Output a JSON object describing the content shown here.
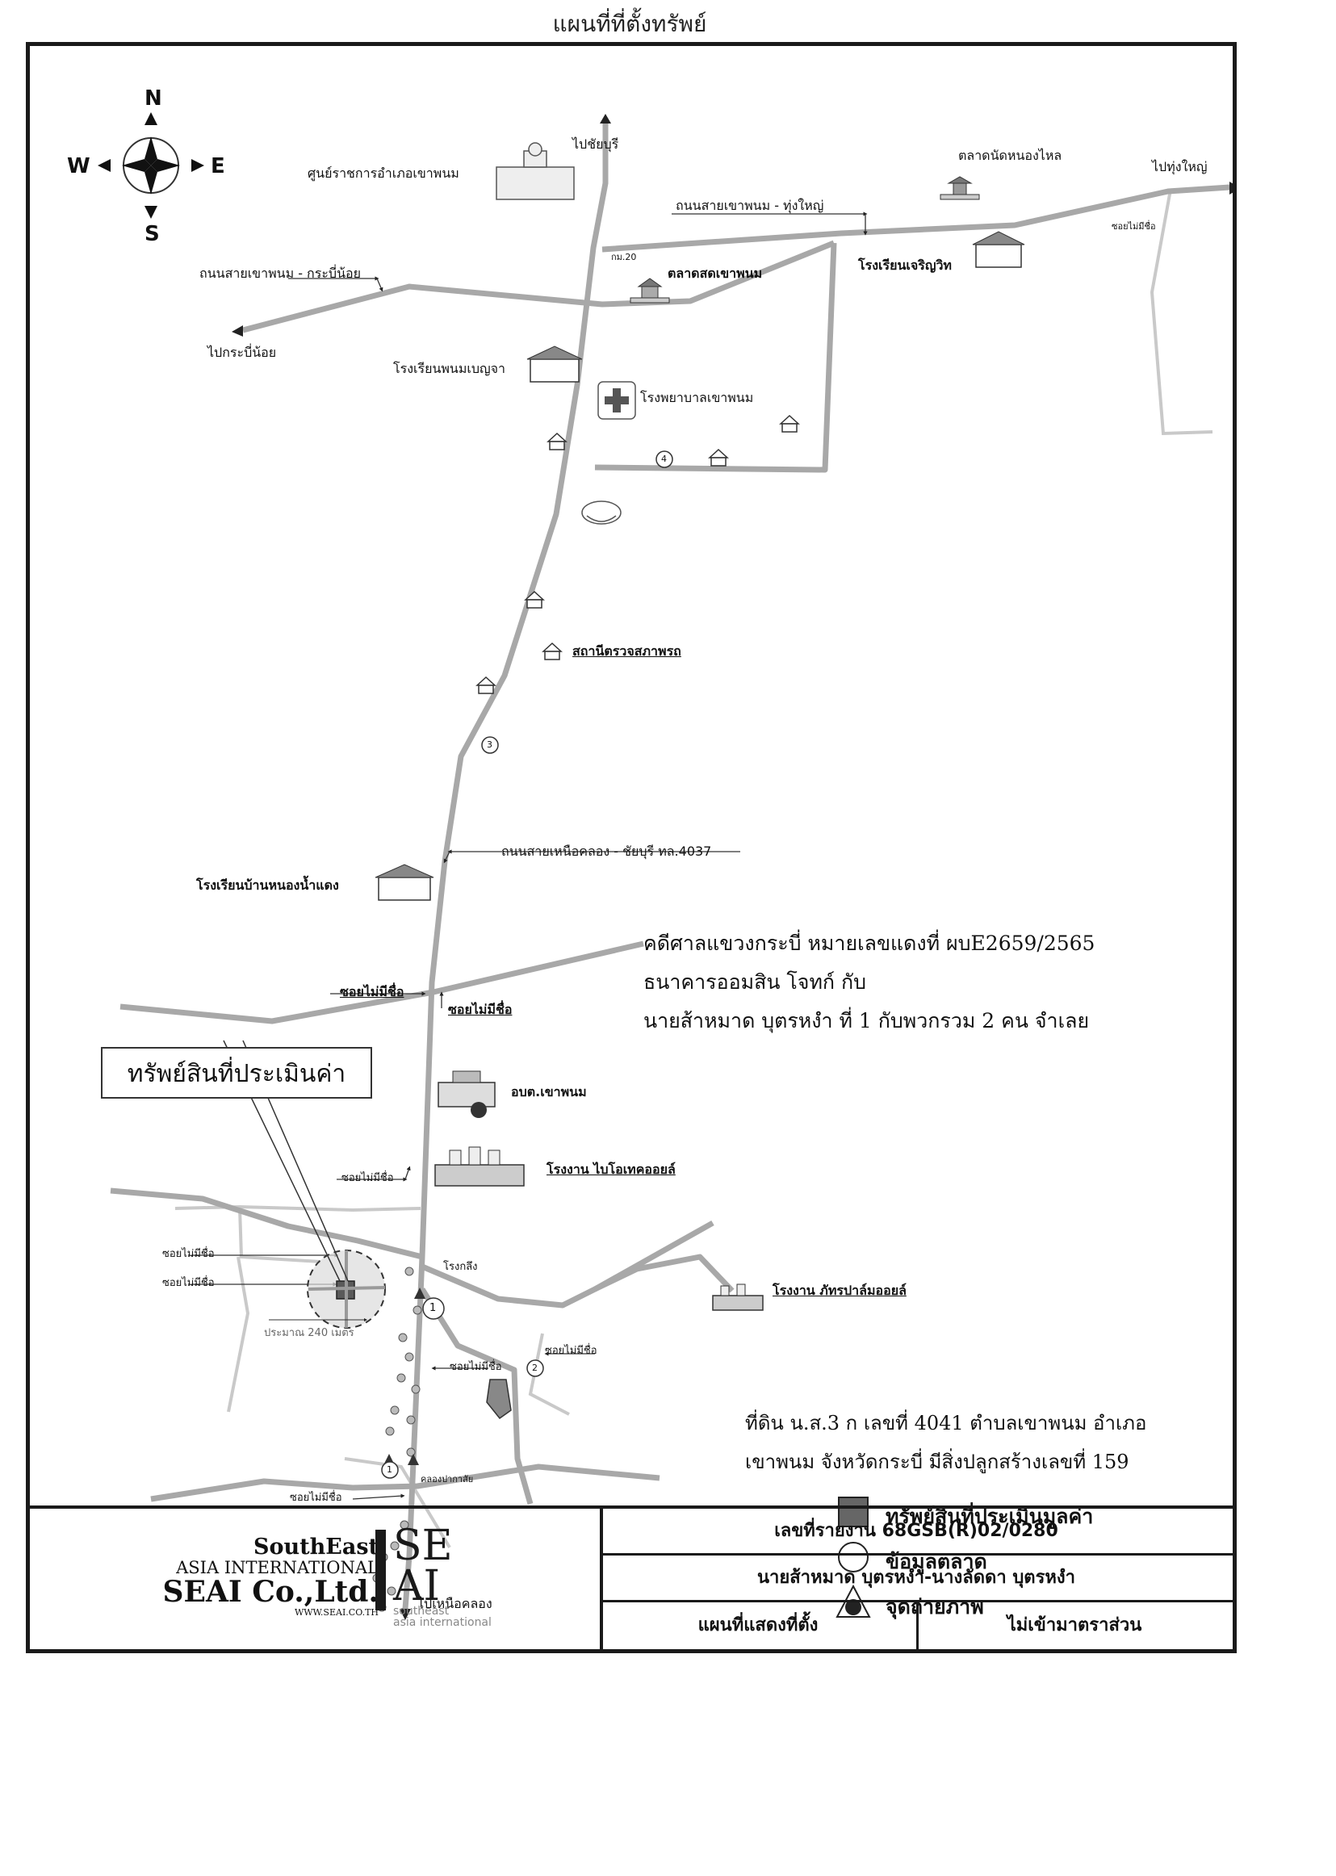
{
  "page_title": "แผนที่ที่ตั้งทรัพย์",
  "compass": {
    "north": "N",
    "south": "S",
    "east": "E",
    "west": "W"
  },
  "map_labels": {
    "to_chaiburi": "ไปชัยบุรี",
    "district_office": "ศูนย์ราชการอำเภอเขาพนม",
    "nonghai_market": "ตลาดนัดหนองไหล",
    "to_thungyai": "ไปทุ่งใหญ่",
    "road_khaophanom_thungyai": "ถนนสายเขาพนม - ทุ่งใหญ่",
    "soi_no_name_ne": "ซอยไม่มีชื่อ",
    "km20": "กม.20",
    "khaophanom_fresh_market": "ตลาดสดเขาพนม",
    "charoenwit_school": "โรงเรียนเจริญวิท",
    "road_khaophanom_krabinoi": "ถนนสายเขาพนม - กระบี่น้อย",
    "to_krabinoi": "ไปกระบี่น้อย",
    "phanombenja_school": "โรงเรียนพนมเบญจา",
    "khaophanom_hospital": "โรงพยาบาลเขาพนม",
    "vehicle_inspection": "สถานีตรวจสภาพรถ",
    "road_nueaklong_chaiburi": "ถนนสายเหนือคลอง - ชัยบุรี ทล.4037",
    "nongnamdaeng_school": "โรงเรียนบ้านหนองน้ำแดง",
    "soi_no_name_1": "ซอยไม่มีชื่อ",
    "soi_no_name_2": "ซอยไม่มีชื่อ",
    "obt_khaophanom": "อบต.เขาพนม",
    "biotech_oil_plant": "โรงงาน ไบโอเทคออยล์",
    "soi_no_name_3": "ซอยไม่มีชื่อ",
    "soi_no_name_4": "ซอยไม่มีชื่อ",
    "soi_no_name_5": "ซอยไม่มีชื่อ",
    "rongking": "โรงกลึง",
    "approx_distance": "ประมาณ 240 เมตร",
    "pattra_palm_oil_plant": "โรงงาน ภัทรปาล์มออยล์",
    "soi_no_name_6": "ซอยไม่มีชื่อ",
    "soi_no_name_7": "ซอยไม่มีชื่อ",
    "klong_pakasai": "คลองปากาสัย",
    "soi_no_name_8": "ซอยไม่มีชื่อ",
    "to_nueaklong": "ไปเหนือคลอง",
    "marker_1": "1",
    "marker_1b": "1",
    "marker_2": "2",
    "marker_3": "3",
    "marker_4": "4"
  },
  "callout": "ทรัพย์สินที่ประเมินค่า",
  "case_text": [
    "คดีศาลแขวงกระบี่ หมายเลขแดงที่ ผบE2659/2565",
    "ธนาคารออมสิน โจทก์  กับ",
    "นายส้าหมาด  บุตรหงำ  ที่ 1 กับพวกรวม 2 คน  จำเลย"
  ],
  "land_text": [
    "ที่ดิน น.ส.3 ก เลขที่ 4041  ตำบลเขาพนม อำเภอ",
    "เขาพนม  จังหวัดกระบี่  มีสิ่งปลูกสร้างเลขที่ 159"
  ],
  "legend": [
    {
      "icon": "subject-property-square-icon",
      "label": "ทรัพย์สินที่ประเมินมูลค่า"
    },
    {
      "icon": "market-data-circle-icon",
      "label": "ข้อมูลตลาด"
    },
    {
      "icon": "photo-point-triangle-icon",
      "label": "จุดถ่ายภาพ"
    }
  ],
  "title_block": {
    "company_line1": "SouthEast",
    "company_line2": "ASIA INTERNATIONAL",
    "company_line3": "SEAI Co.,Ltd.",
    "company_web": "WWW.SEAI.CO.TH",
    "logo_top": "SE",
    "logo_bottom": "AI",
    "logo_sub1": "southeast",
    "logo_sub2": "asia international",
    "report_no": "เลขที่รายงาน  68GSB(R)02/0280",
    "owner": "นายส้าหมาด บุตรหงำ-นางลัดดา บุตรหงำ",
    "map_type": "แผนที่แสดงที่ตั้ง",
    "scale": "ไม่เข้ามาตราส่วน"
  },
  "colors": {
    "road": "#a9a9a9",
    "minor_road": "#c8c8c8",
    "frame": "#1a1a1a"
  }
}
